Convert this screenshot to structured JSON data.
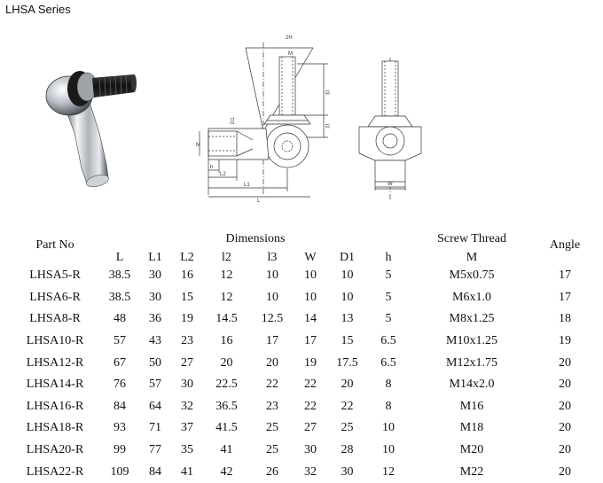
{
  "series_title": "LHSA Series",
  "drawing_labels": {
    "twoH": "2H",
    "M_top": "M",
    "l3": "l3",
    "l2": "l2",
    "D1": "D1",
    "M_side": "M",
    "h": "h",
    "L2": "L2",
    "L1": "L1",
    "W": "W"
  },
  "table": {
    "part_no_header": "Part No",
    "dimensions_header": "Dimensions",
    "screw_thread_header": "Screw Thread",
    "screw_thread_sub": "M",
    "angle_header": "Angle",
    "dim_columns": [
      "L",
      "L1",
      "L2",
      "l2",
      "l3",
      "W",
      "D1",
      "h"
    ],
    "rows": [
      [
        "LHSA5-R",
        "38.5",
        "30",
        "16",
        "12",
        "10",
        "10",
        "10",
        "5",
        "M5x0.75",
        "17"
      ],
      [
        "LHSA6-R",
        "38.5",
        "30",
        "15",
        "12",
        "10",
        "10",
        "10",
        "5",
        "M6x1.0",
        "17"
      ],
      [
        "LHSA8-R",
        "48",
        "36",
        "19",
        "14.5",
        "12.5",
        "14",
        "13",
        "5",
        "M8x1.25",
        "18"
      ],
      [
        "LHSA10-R",
        "57",
        "43",
        "23",
        "16",
        "17",
        "17",
        "15",
        "6.5",
        "M10x1.25",
        "19"
      ],
      [
        "LHSA12-R",
        "67",
        "50",
        "27",
        "20",
        "20",
        "19",
        "17.5",
        "6.5",
        "M12x1.75",
        "20"
      ],
      [
        "LHSA14-R",
        "76",
        "57",
        "30",
        "22.5",
        "22",
        "22",
        "20",
        "8",
        "M14x2.0",
        "20"
      ],
      [
        "LHSA16-R",
        "84",
        "64",
        "32",
        "36.5",
        "23",
        "22",
        "22",
        "8",
        "M16",
        "20"
      ],
      [
        "LHSA18-R",
        "93",
        "71",
        "37",
        "41.5",
        "25",
        "27",
        "25",
        "10",
        "M18",
        "20"
      ],
      [
        "LHSA20-R",
        "99",
        "77",
        "35",
        "41",
        "25",
        "30",
        "28",
        "10",
        "M20",
        "20"
      ],
      [
        "LHSA22-R",
        "109",
        "84",
        "41",
        "42",
        "26",
        "32",
        "30",
        "12",
        "M22",
        "20"
      ]
    ]
  }
}
